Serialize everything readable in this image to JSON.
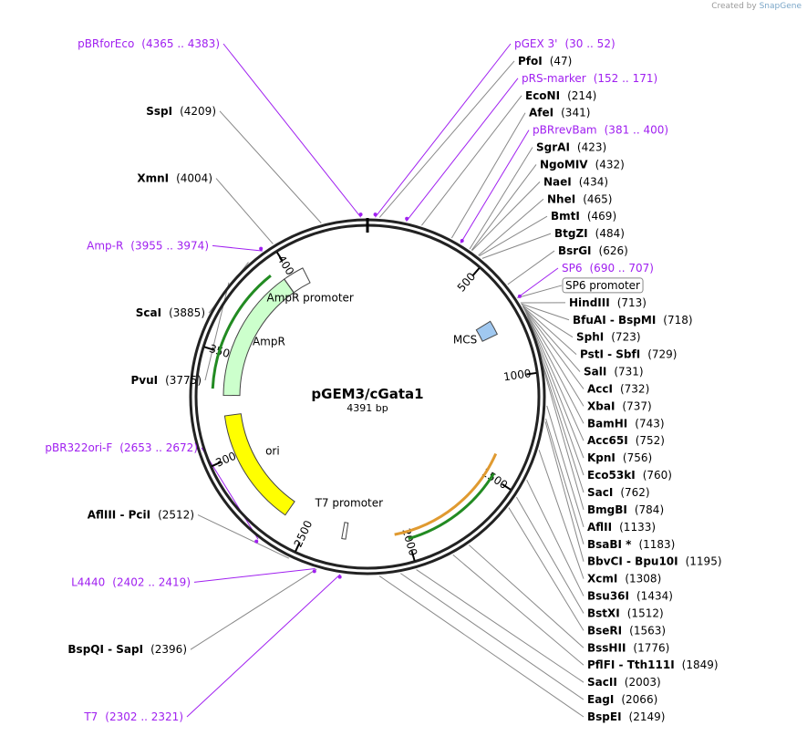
{
  "credit": {
    "created_by": "Created by",
    "brand": "SnapGene"
  },
  "plasmid": {
    "name": "pGEM3/cGata1",
    "size": "4391 bp",
    "length": 4391
  },
  "tick_marks": [
    {
      "label": "500",
      "pos": 500
    },
    {
      "label": "1000",
      "pos": 1000
    },
    {
      "label": "1500",
      "pos": 1500
    },
    {
      "label": "2000",
      "pos": 2000
    },
    {
      "label": "2500",
      "pos": 2500
    },
    {
      "label": "3000",
      "pos": 3000
    },
    {
      "label": "3500",
      "pos": 3500
    },
    {
      "label": "4000",
      "pos": 4000
    }
  ],
  "features": [
    {
      "name": "AmpR",
      "start": 3300,
      "end": 3960,
      "color": "#ccffcc",
      "direction": "reverse"
    },
    {
      "name": "AmpR promoter",
      "start": 3961,
      "end": 4065,
      "color": "#ffffff",
      "direction": "reverse"
    },
    {
      "name": "ori",
      "start": 2620,
      "end": 3200,
      "color": "#ffff00",
      "direction": "reverse"
    },
    {
      "name": "T7 promoter",
      "start": 2302,
      "end": 2321,
      "color": "#ffffff",
      "direction": "reverse"
    },
    {
      "name": "MCS",
      "start": 713,
      "end": 784,
      "color": "#a0c8f0",
      "direction": "none"
    }
  ],
  "orf_arcs": [
    {
      "start": 3330,
      "end": 3920,
      "color": "#228b22"
    },
    {
      "start": 1480,
      "end": 2000,
      "color": "#228b22"
    },
    {
      "start": 1390,
      "end": 2060,
      "color": "#e09a30"
    }
  ],
  "labels": [
    {
      "name": "PfoI",
      "pos_text": "(47)",
      "kind": "enzyme"
    },
    {
      "name": "pGEX 3'",
      "pos_text": "(30 .. 52)",
      "kind": "primer"
    },
    {
      "name": "pRS-marker",
      "pos_text": "(152 .. 171)",
      "kind": "primer"
    },
    {
      "name": "EcoNI",
      "pos_text": "(214)",
      "kind": "enzyme"
    },
    {
      "name": "AfeI",
      "pos_text": "(341)",
      "kind": "enzyme"
    },
    {
      "name": "pBRrevBam",
      "pos_text": "(381 .. 400)",
      "kind": "primer"
    },
    {
      "name": "SgrAI",
      "pos_text": "(423)",
      "kind": "enzyme"
    },
    {
      "name": "NgoMIV",
      "pos_text": "(432)",
      "kind": "enzyme"
    },
    {
      "name": "NaeI",
      "pos_text": "(434)",
      "kind": "enzyme"
    },
    {
      "name": "NheI",
      "pos_text": "(465)",
      "kind": "enzyme"
    },
    {
      "name": "BmtI",
      "pos_text": "(469)",
      "kind": "enzyme"
    },
    {
      "name": "BtgZI",
      "pos_text": "(484)",
      "kind": "enzyme"
    },
    {
      "name": "BsrGI",
      "pos_text": "(626)",
      "kind": "enzyme"
    },
    {
      "name": "SP6",
      "pos_text": "(690 .. 707)",
      "kind": "primer"
    },
    {
      "name": "SP6 promoter",
      "pos_text": "",
      "kind": "feature"
    },
    {
      "name": "HindIII",
      "pos_text": "(713)",
      "kind": "enzyme"
    },
    {
      "name": "BfuAI - BspMI",
      "pos_text": "(718)",
      "kind": "enzyme"
    },
    {
      "name": "SphI",
      "pos_text": "(723)",
      "kind": "enzyme"
    },
    {
      "name": "PstI - SbfI",
      "pos_text": "(729)",
      "kind": "enzyme"
    },
    {
      "name": "SalI",
      "pos_text": "(731)",
      "kind": "enzyme"
    },
    {
      "name": "AccI",
      "pos_text": "(732)",
      "kind": "enzyme"
    },
    {
      "name": "XbaI",
      "pos_text": "(737)",
      "kind": "enzyme"
    },
    {
      "name": "BamHI",
      "pos_text": "(743)",
      "kind": "enzyme"
    },
    {
      "name": "Acc65I",
      "pos_text": "(752)",
      "kind": "enzyme"
    },
    {
      "name": "KpnI",
      "pos_text": "(756)",
      "kind": "enzyme"
    },
    {
      "name": "Eco53kI",
      "pos_text": "(760)",
      "kind": "enzyme"
    },
    {
      "name": "SacI",
      "pos_text": "(762)",
      "kind": "enzyme"
    },
    {
      "name": "BmgBI",
      "pos_text": "(784)",
      "kind": "enzyme"
    },
    {
      "name": "AflII",
      "pos_text": "(1133)",
      "kind": "enzyme"
    },
    {
      "name": "BsaBI *",
      "pos_text": "(1183)",
      "kind": "enzyme"
    },
    {
      "name": "BbvCI - Bpu10I",
      "pos_text": "(1195)",
      "kind": "enzyme"
    },
    {
      "name": "XcmI",
      "pos_text": "(1308)",
      "kind": "enzyme"
    },
    {
      "name": "Bsu36I",
      "pos_text": "(1434)",
      "kind": "enzyme"
    },
    {
      "name": "BstXI",
      "pos_text": "(1512)",
      "kind": "enzyme"
    },
    {
      "name": "BseRI",
      "pos_text": "(1563)",
      "kind": "enzyme"
    },
    {
      "name": "BssHII",
      "pos_text": "(1776)",
      "kind": "enzyme"
    },
    {
      "name": "PflFI - Tth111I",
      "pos_text": "(1849)",
      "kind": "enzyme"
    },
    {
      "name": "SacII",
      "pos_text": "(2003)",
      "kind": "enzyme"
    },
    {
      "name": "EagI",
      "pos_text": "(2066)",
      "kind": "enzyme"
    },
    {
      "name": "BspEI",
      "pos_text": "(2149)",
      "kind": "enzyme"
    },
    {
      "name": "T7",
      "pos_text": "(2302 .. 2321)",
      "kind": "primer"
    },
    {
      "name": "BspQI - SapI",
      "pos_text": "(2396)",
      "kind": "enzyme"
    },
    {
      "name": "L4440",
      "pos_text": "(2402 .. 2419)",
      "kind": "primer"
    },
    {
      "name": "AflIII - PciI",
      "pos_text": "(2512)",
      "kind": "enzyme"
    },
    {
      "name": "pBR322ori-F",
      "pos_text": "(2653 .. 2672)",
      "kind": "primer"
    },
    {
      "name": "PvuI",
      "pos_text": "(3775)",
      "kind": "enzyme"
    },
    {
      "name": "ScaI",
      "pos_text": "(3885)",
      "kind": "enzyme"
    },
    {
      "name": "Amp-R",
      "pos_text": "(3955 .. 3974)",
      "kind": "primer"
    },
    {
      "name": "XmnI",
      "pos_text": "(4004)",
      "kind": "enzyme"
    },
    {
      "name": "SspI",
      "pos_text": "(4209)",
      "kind": "enzyme"
    },
    {
      "name": "pBRforEco",
      "pos_text": "(4365 .. 4383)",
      "kind": "primer"
    }
  ]
}
